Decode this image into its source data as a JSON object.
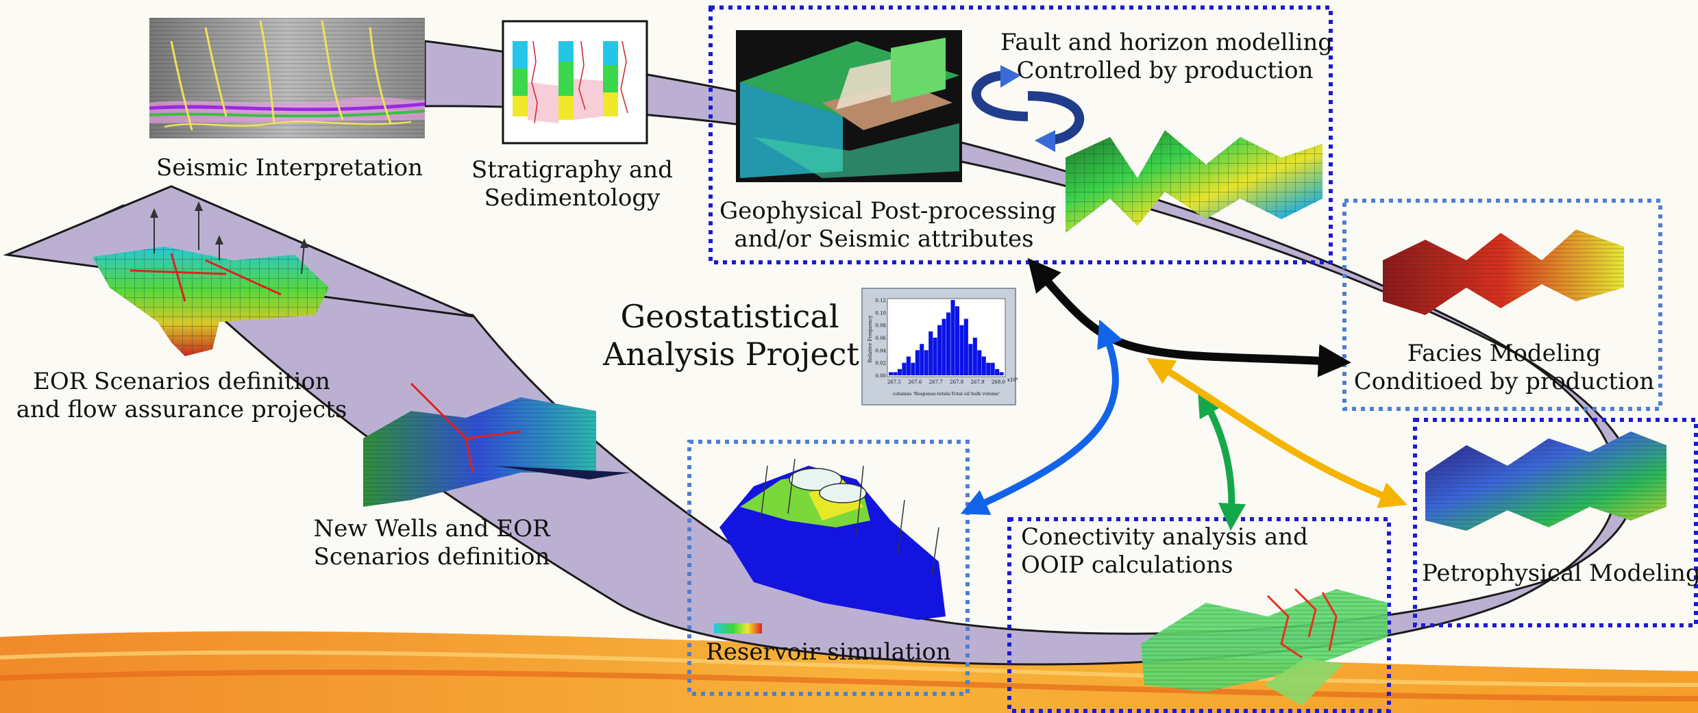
{
  "labels": {
    "seismic": "Seismic Interpretation",
    "strat": "Stratigraphy and\nSedimentology",
    "geophys": "Geophysical Post-processing\nand/or Seismic attributes",
    "fault": "Fault and horizon modelling\nControlled by production",
    "facies": "Facies Modeling\nConditioed by production",
    "petro": "Petrophysical Modeling",
    "connect": "Conectivity analysis and\nOOIP calculations",
    "reservoir": "Reservoir simulation",
    "newwells": "New Wells and EOR\nScenarios definition",
    "eor": "EOR Scenarios definition\nand flow assurance projects",
    "center": "Geostatistical\nAnalysis Project"
  },
  "histogram": {
    "ylabel": "Relative Frequency",
    "xlabel": "columns 'Response:totals:Total oil bulk volume'",
    "x_multiplier": "x10⁸",
    "y_ticks": [
      "0.12",
      "0.10",
      "0.08",
      "0.06",
      "0.04",
      "0.02",
      "0.00"
    ],
    "x_ticks": [
      "267.5",
      "267.6",
      "267.7",
      "267.8",
      "267.9",
      "268.0"
    ],
    "y_max": 0.12,
    "values": [
      0.005,
      0.005,
      0.01,
      0.02,
      0.03,
      0.02,
      0.04,
      0.05,
      0.04,
      0.07,
      0.06,
      0.08,
      0.09,
      0.1,
      0.13,
      0.11,
      0.08,
      0.09,
      0.05,
      0.06,
      0.04,
      0.03,
      0.02,
      0.02,
      0.01,
      0.005
    ]
  },
  "colors": {
    "band": "#bcb0d2",
    "box_dark": "#1b1bd6",
    "box_light": "#4f7fd0",
    "arrow_black": "#0a0a0a",
    "arrow_blue": "#1164e8",
    "arrow_green": "#15a84a",
    "arrow_yellow": "#f5b400"
  }
}
